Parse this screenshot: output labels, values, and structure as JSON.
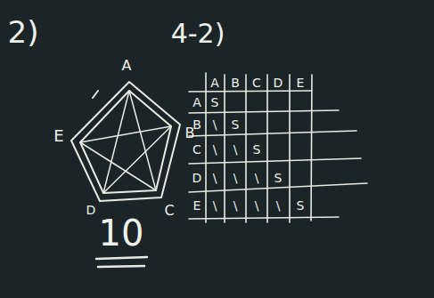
{
  "diagram": {
    "labels": [
      "2)",
      "4-2)",
      "A",
      "B",
      "C",
      "D",
      "E",
      "10",
      "A",
      "B",
      "C",
      "D",
      "E",
      "A",
      "B",
      "C",
      "D",
      "E",
      "S",
      "\\",
      "S",
      "\\",
      "\\",
      "S",
      "\\",
      "\\",
      "\\",
      "S",
      "\\",
      "\\",
      "\\",
      "\\",
      "S"
    ]
  }
}
